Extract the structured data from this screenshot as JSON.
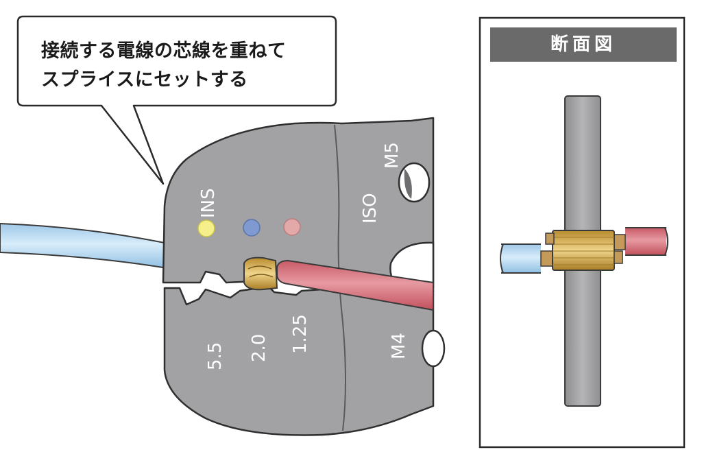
{
  "callout": {
    "line1": "接続する電線の芯線を重ねて",
    "line2": "スプライスにセットする"
  },
  "section_panel": {
    "title": "断面図"
  },
  "tool": {
    "label_ins": "INS",
    "label_iso": "ISO",
    "label_m5": "M5",
    "label_m4": "M4",
    "size_5_5": "5.5",
    "size_2_0": "2.0",
    "size_1_25": "1.25"
  },
  "colors": {
    "tool_gray": "#9d9d9f",
    "tool_outline": "#3a3a3a",
    "wire_blue": "#bcdcf2",
    "wire_red": "#d9737d",
    "marker_yellow": "#f5f08a",
    "marker_blue": "#7f9ad0",
    "marker_pink": "#e3a8a8",
    "sleeve_gold": "#d9b24f",
    "copper": "#c49a5a",
    "title_bar": "#6a6a6a"
  }
}
